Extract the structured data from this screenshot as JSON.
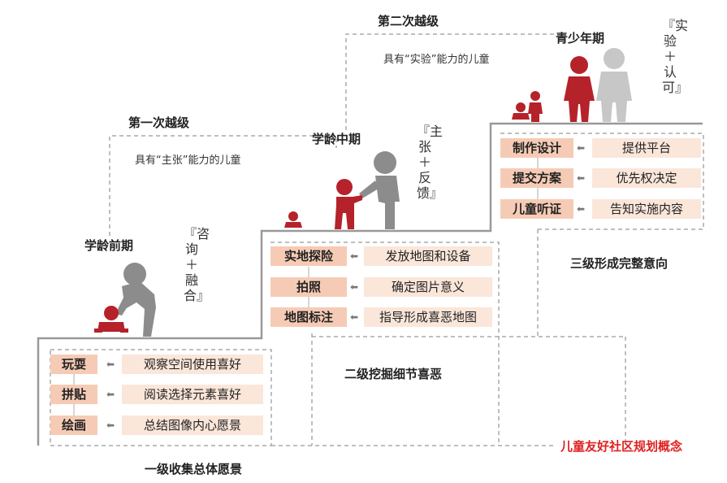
{
  "colors": {
    "accent": "#b5222a",
    "figure_gray": "#8c8c8c",
    "dark_tag": "#f6cbb5",
    "light_tag": "#fbe6da",
    "concept_red": "#e02020"
  },
  "stage1": {
    "label": "学龄前期",
    "vertical": "『咨询＋融合』",
    "rows": [
      {
        "tag": "玩耍",
        "desc": "观察空间使用喜好"
      },
      {
        "tag": "拼贴",
        "desc": "阅读选择元素喜好"
      },
      {
        "tag": "绘画",
        "desc": "总结图像内心愿景"
      }
    ],
    "summary": "一级收集总体愿景"
  },
  "leap1": {
    "title": "第一次越级",
    "note": "具有“主张”能力的儿童"
  },
  "stage2": {
    "label": "学龄中期",
    "vertical": "『主张＋反馈』",
    "rows": [
      {
        "tag": "实地探险",
        "desc": "发放地图和设备"
      },
      {
        "tag": "拍照",
        "desc": "确定图片意义"
      },
      {
        "tag": "地图标注",
        "desc": "指导形成喜恶地图"
      }
    ],
    "summary": "二级挖掘细节喜恶"
  },
  "leap2": {
    "title": "第二次越级",
    "note": "具有“实验”能力的儿童"
  },
  "stage3": {
    "label": "青少年期",
    "vertical": "『实验＋认可』",
    "rows": [
      {
        "tag": "制作设计",
        "desc": "提供平台"
      },
      {
        "tag": "提交方案",
        "desc": "优先权决定"
      },
      {
        "tag": "儿童听证",
        "desc": "告知实施内容"
      }
    ],
    "summary": "三级形成完整意向"
  },
  "concept": "儿童友好社区规划概念",
  "icons": {
    "arrow": "left-arrow-icon"
  }
}
